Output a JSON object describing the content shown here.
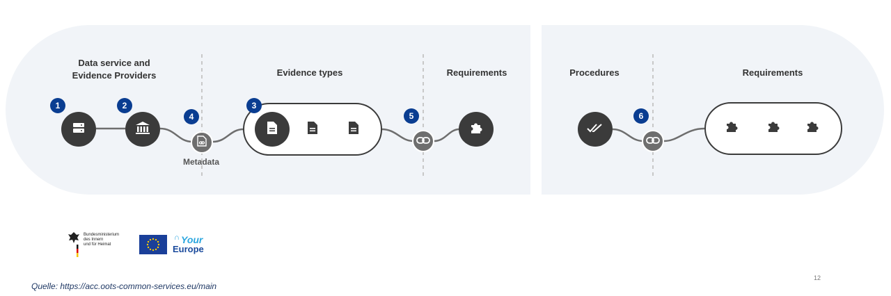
{
  "sections": {
    "providers": "Data service and\nEvidence Providers",
    "evidence_types": "Evidence types",
    "requirements_left": "Requirements",
    "procedures": "Procedures",
    "requirements_right": "Requirements"
  },
  "metadata_label": "Metadata",
  "badges": [
    "1",
    "2",
    "3",
    "4",
    "5",
    "6"
  ],
  "icons": {
    "step1": "server-icon",
    "step2": "bank-icon",
    "step3": "document-icon",
    "step4": "metadata-link-icon",
    "step5": "link-icon",
    "step6": "link-icon",
    "requirements": "puzzle-icon",
    "procedures": "double-check-icon"
  },
  "logos": {
    "ministry_lines": [
      "Bundesministerium",
      "des Innern",
      "und für Heimat"
    ],
    "your_europe_top": "Your",
    "your_europe_bottom": "Europe"
  },
  "source_note": "Quelle: https://acc.oots-common-services.eu/main",
  "page_number": "12",
  "colors": {
    "panel": "#f1f4f8",
    "node_dark": "#3b3b3b",
    "badge_blue": "#0a3d91",
    "eu_blue": "#1a3f99",
    "eu_star": "#ffcc00"
  }
}
